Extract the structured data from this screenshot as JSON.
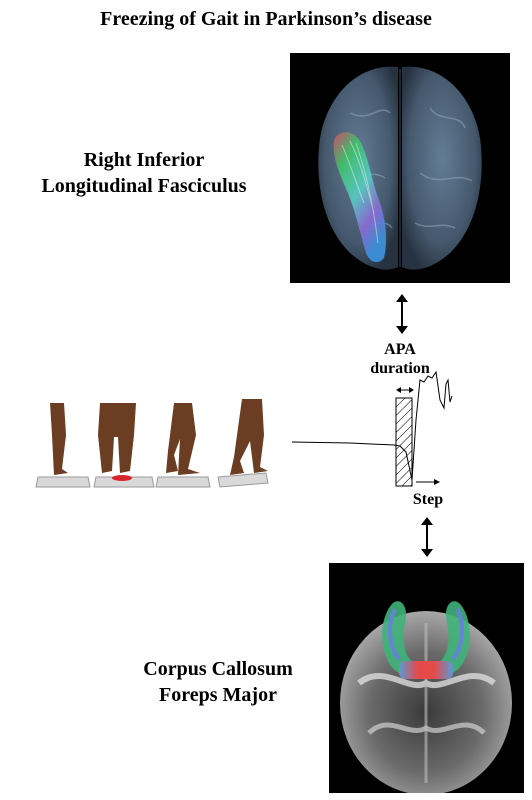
{
  "title": "Freezing of Gait in Parkinson’s disease",
  "top_region": {
    "label_line1": "Right Inferior",
    "label_line2": "Longitudinal Fasciculus"
  },
  "bottom_region": {
    "label_line1": "Corpus Callosum",
    "label_line2": "Foreps Major"
  },
  "signal": {
    "apa_label_line1": "APA",
    "apa_label_line2": "duration",
    "step_label": "Step"
  },
  "colors": {
    "background": "#ffffff",
    "panel": "#000000",
    "brain_glass": "#5a6f86",
    "skin": "#6b3d22",
    "platform": "#d9d9d9",
    "foot_highlight": "#d8262b"
  },
  "icons": {
    "double_arrow": "double-headed-vertical-arrow",
    "brain_top": "transparent-brain-with-tract",
    "brain_bottom": "brain-slice-with-tract",
    "figures": "walking-legs-figure"
  }
}
